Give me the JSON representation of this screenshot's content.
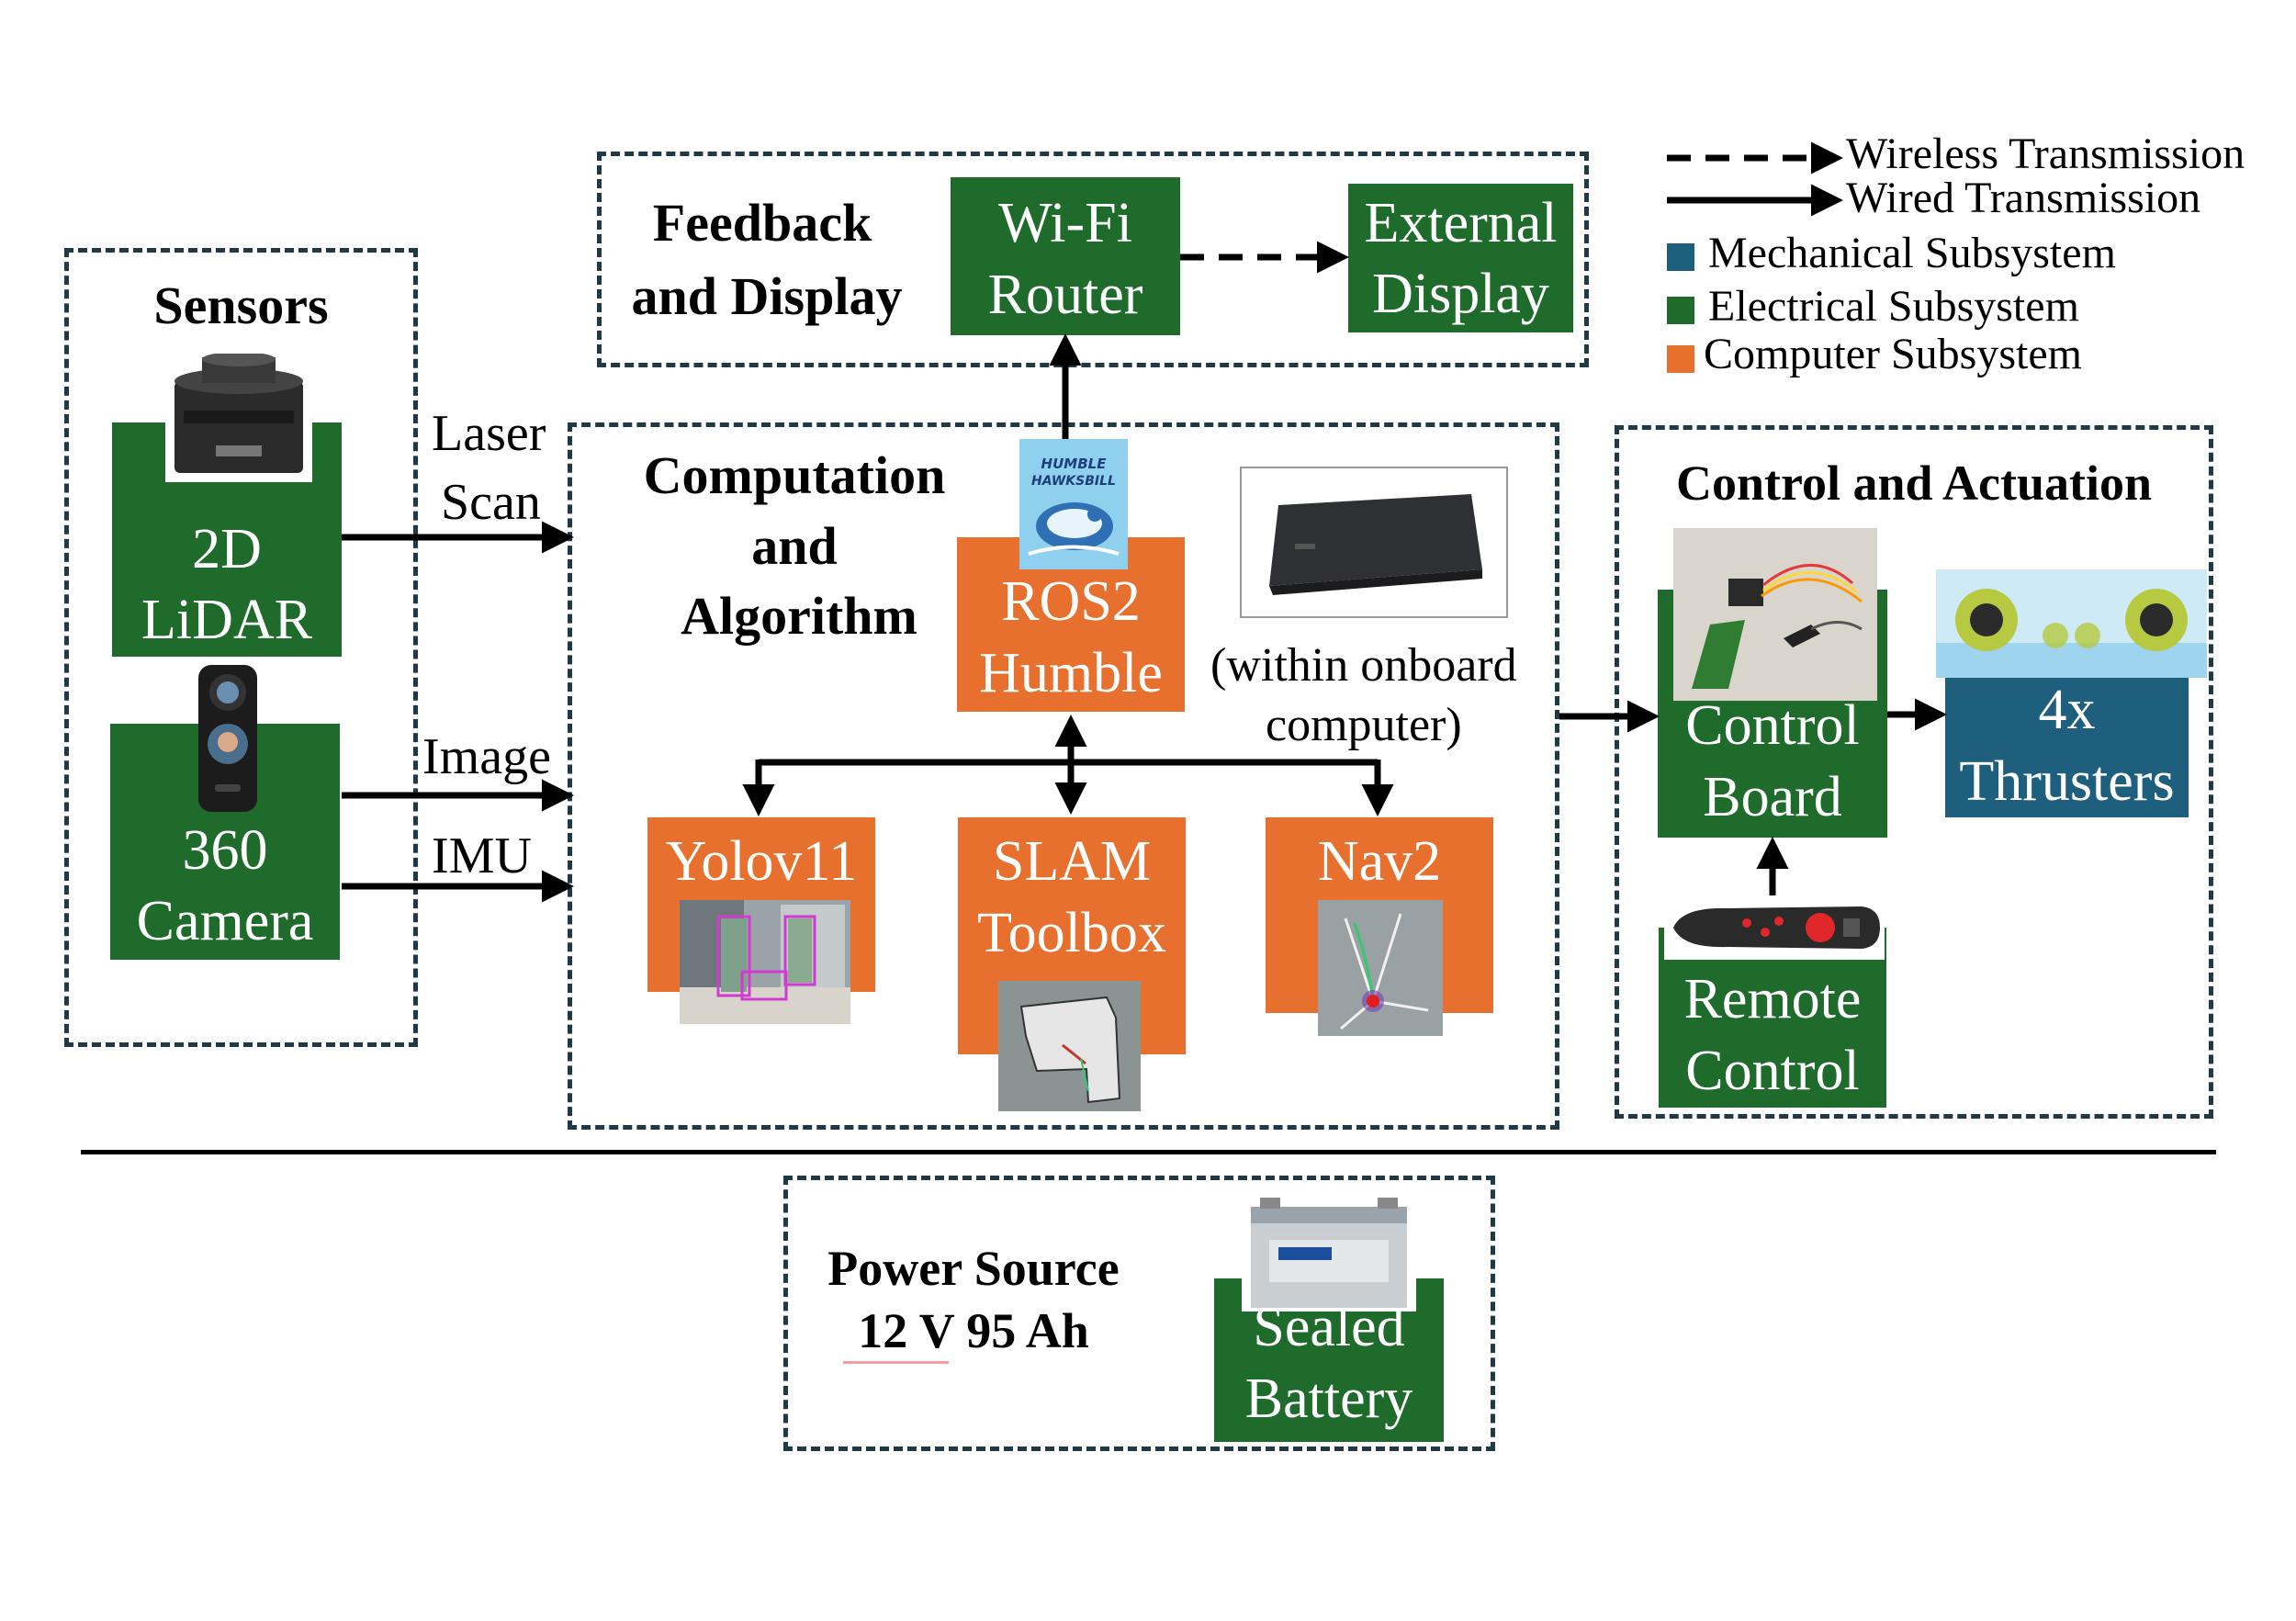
{
  "legend": {
    "wireless": "Wireless Transmission",
    "wired": "Wired Transmission",
    "mechanical": "Mechanical Subsystem",
    "electrical": "Electrical Subsystem",
    "computer": "Computer Subsystem",
    "colors": {
      "mechanical": "#1f5f7e",
      "electrical": "#1e6b2c",
      "computer": "#e8702e"
    }
  },
  "groups": {
    "sensors": "Sensors",
    "feedback": [
      "Feedback",
      "and Display"
    ],
    "computation": [
      "Computation",
      "and",
      "Algorithm"
    ],
    "control": "Control and Actuation",
    "power": [
      "Power Source",
      "12 V 95 Ah"
    ]
  },
  "nodes": {
    "lidar": [
      "2D",
      "LiDAR"
    ],
    "camera": [
      "360",
      "Camera"
    ],
    "wifi": [
      "Wi-Fi",
      "Router"
    ],
    "display": [
      "External",
      "Display"
    ],
    "ros2": [
      "ROS2",
      "Humble"
    ],
    "yolo": "Yolov11",
    "slam": [
      "SLAM",
      "Toolbox"
    ],
    "nav2": "Nav2",
    "control_board": [
      "Control",
      "Board"
    ],
    "thrusters": [
      "4x",
      "Thrusters"
    ],
    "remote": [
      "Remote",
      "Control"
    ],
    "battery": [
      "Sealed",
      "Battery"
    ]
  },
  "edge_labels": {
    "laser": [
      "Laser",
      "Scan"
    ],
    "image": "Image",
    "imu": "IMU"
  },
  "notes": {
    "onboard": [
      "(within onboard",
      "computer)"
    ],
    "humble_logo": [
      "HUMBLE",
      "HAWKSBILL"
    ]
  }
}
